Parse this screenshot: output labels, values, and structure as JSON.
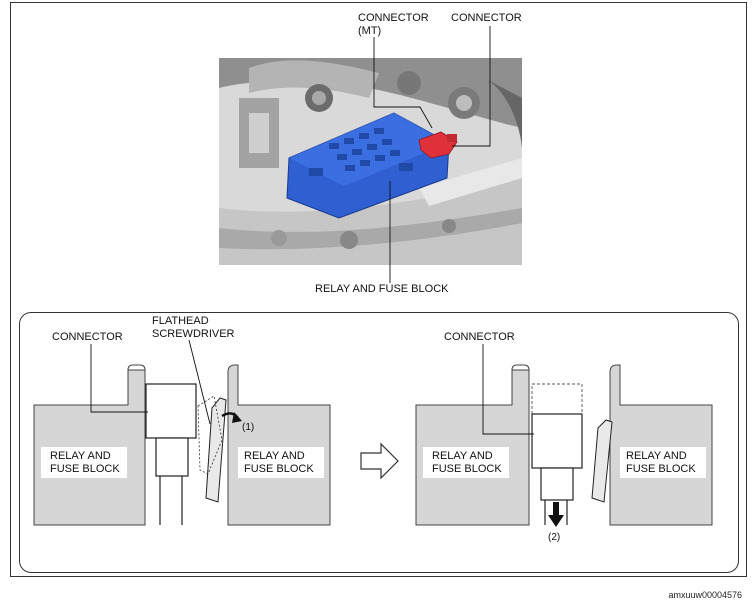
{
  "top_labels": {
    "connector_mt_line1": "CONNECTOR",
    "connector_mt_line2": "(MT)",
    "connector": "CONNECTOR",
    "relay_fuse_block": "RELAY AND FUSE BLOCK"
  },
  "left_detail": {
    "connector": "CONNECTOR",
    "screwdriver_line1": "FLATHEAD",
    "screwdriver_line2": "SCREWDRIVER",
    "block_left_line1": "RELAY AND",
    "block_left_line2": "FUSE BLOCK",
    "block_right_line1": "RELAY AND",
    "block_right_line2": "FUSE BLOCK",
    "step": "(1)"
  },
  "right_detail": {
    "connector": "CONNECTOR",
    "block_left_line1": "RELAY AND",
    "block_left_line2": "FUSE BLOCK",
    "block_right_line1": "RELAY AND",
    "block_right_line2": "FUSE BLOCK",
    "step": "(2)"
  },
  "image_code": "amxuuw00004576",
  "colors": {
    "relay_block": "#2f5fd0",
    "connector": "#e0303a",
    "block_gray": "#d6d6d6"
  }
}
